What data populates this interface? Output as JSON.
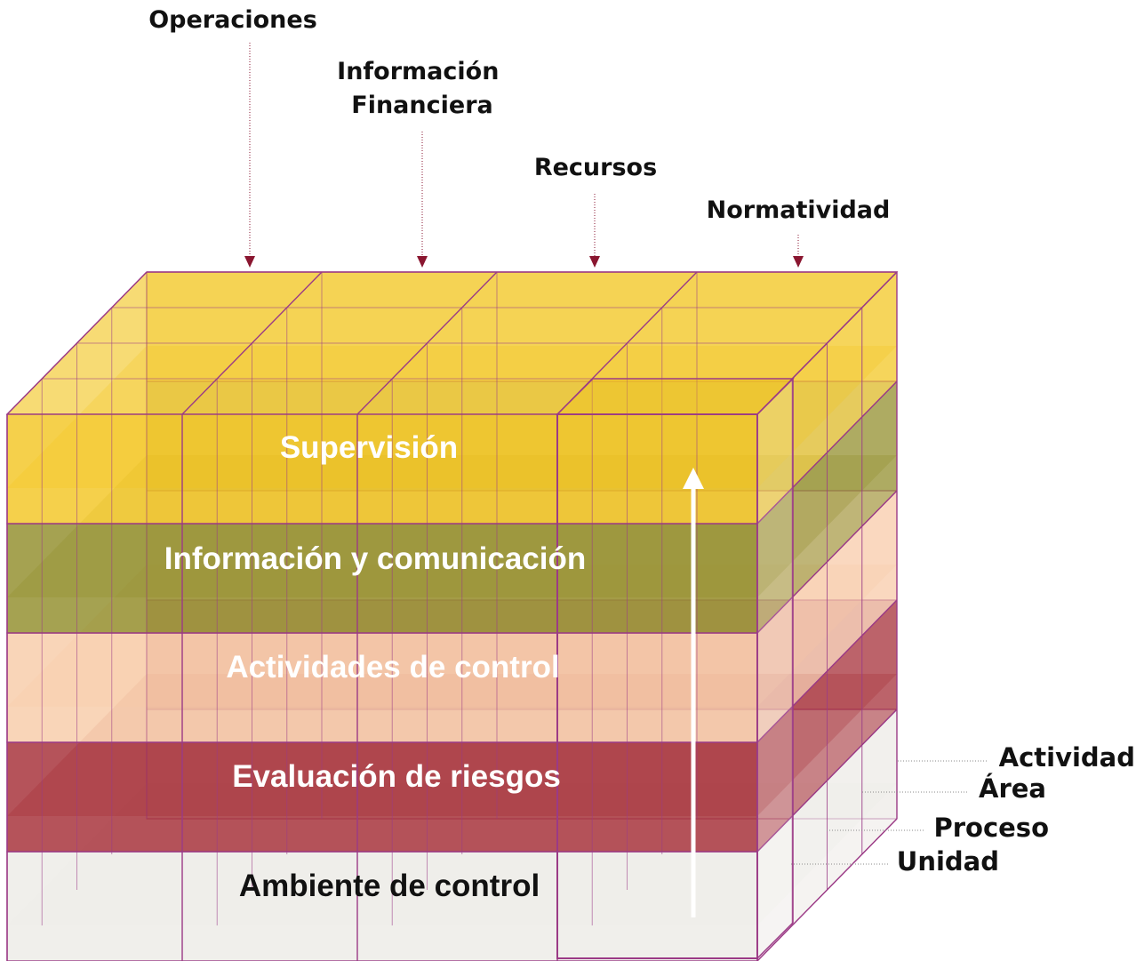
{
  "objectives": [
    "Operaciones",
    "Información Financiera",
    "Recursos",
    "Normatividad"
  ],
  "objective_lines": [
    [
      "Operaciones"
    ],
    [
      "Información",
      "Financiera"
    ],
    [
      "Recursos"
    ],
    [
      "Normatividad"
    ]
  ],
  "components": [
    {
      "label": "Supervisión",
      "color": "#f2c318",
      "text_color": "#ffffff"
    },
    {
      "label": "Información y comunicación",
      "color": "#8c8820",
      "text_color": "#ffffff"
    },
    {
      "label": "Actividades de control",
      "color": "#f7c9a4",
      "text_color": "#ffffff"
    },
    {
      "label": "Evaluación de riesgos",
      "color": "#a0222c",
      "text_color": "#ffffff"
    },
    {
      "label": "Ambiente de control",
      "color": "#eceae6",
      "text_color": "#111111"
    }
  ],
  "scopes": [
    "Actividad",
    "Área",
    "Proceso",
    "Unidad"
  ],
  "colors": {
    "frame": "#9b3a86",
    "pointer": "#8a1630",
    "arrow": "#ffffff"
  }
}
